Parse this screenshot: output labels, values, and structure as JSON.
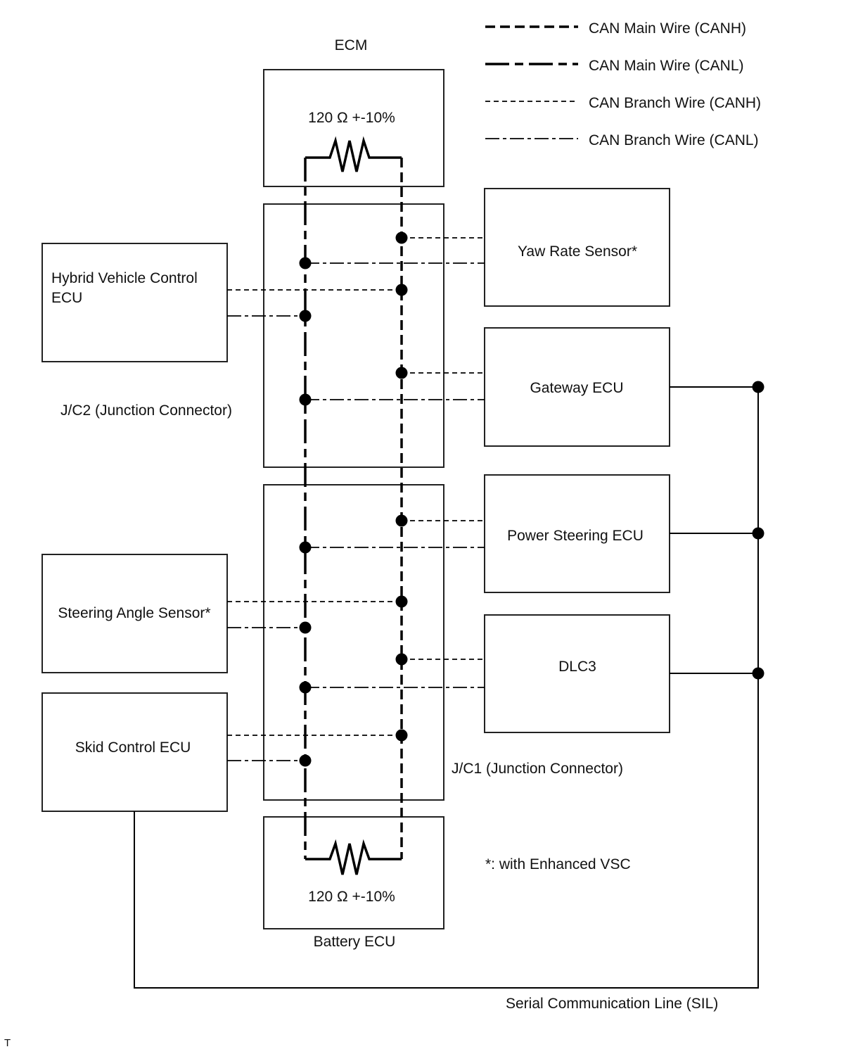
{
  "legend": {
    "canh_main": "CAN Main Wire (CANH)",
    "canl_main": "CAN Main Wire (CANL)",
    "canh_branch": "CAN Branch Wire (CANH)",
    "canl_branch": "CAN Branch Wire (CANL)"
  },
  "components": {
    "ecm": {
      "label": "ECM",
      "resistor": "120 Ω +-10%"
    },
    "battery_ecu": {
      "label": "Battery ECU",
      "resistor": "120 Ω +-10%"
    },
    "jc2": "J/C2 (Junction Connector)",
    "jc1": "J/C1 (Junction Connector)",
    "hybrid_ecu": [
      "Hybrid Vehicle Control",
      "ECU"
    ],
    "steering_angle_sensor": "Steering Angle Sensor*",
    "skid_control_ecu": "Skid Control ECU",
    "yaw_rate_sensor": "Yaw Rate Sensor*",
    "gateway_ecu": "Gateway ECU",
    "power_steering_ecu": "Power Steering ECU",
    "dlc3": "DLC3"
  },
  "footnote": "*: with Enhanced VSC",
  "sil_label": "Serial Communication Line (SIL)",
  "corner_mark": "T"
}
